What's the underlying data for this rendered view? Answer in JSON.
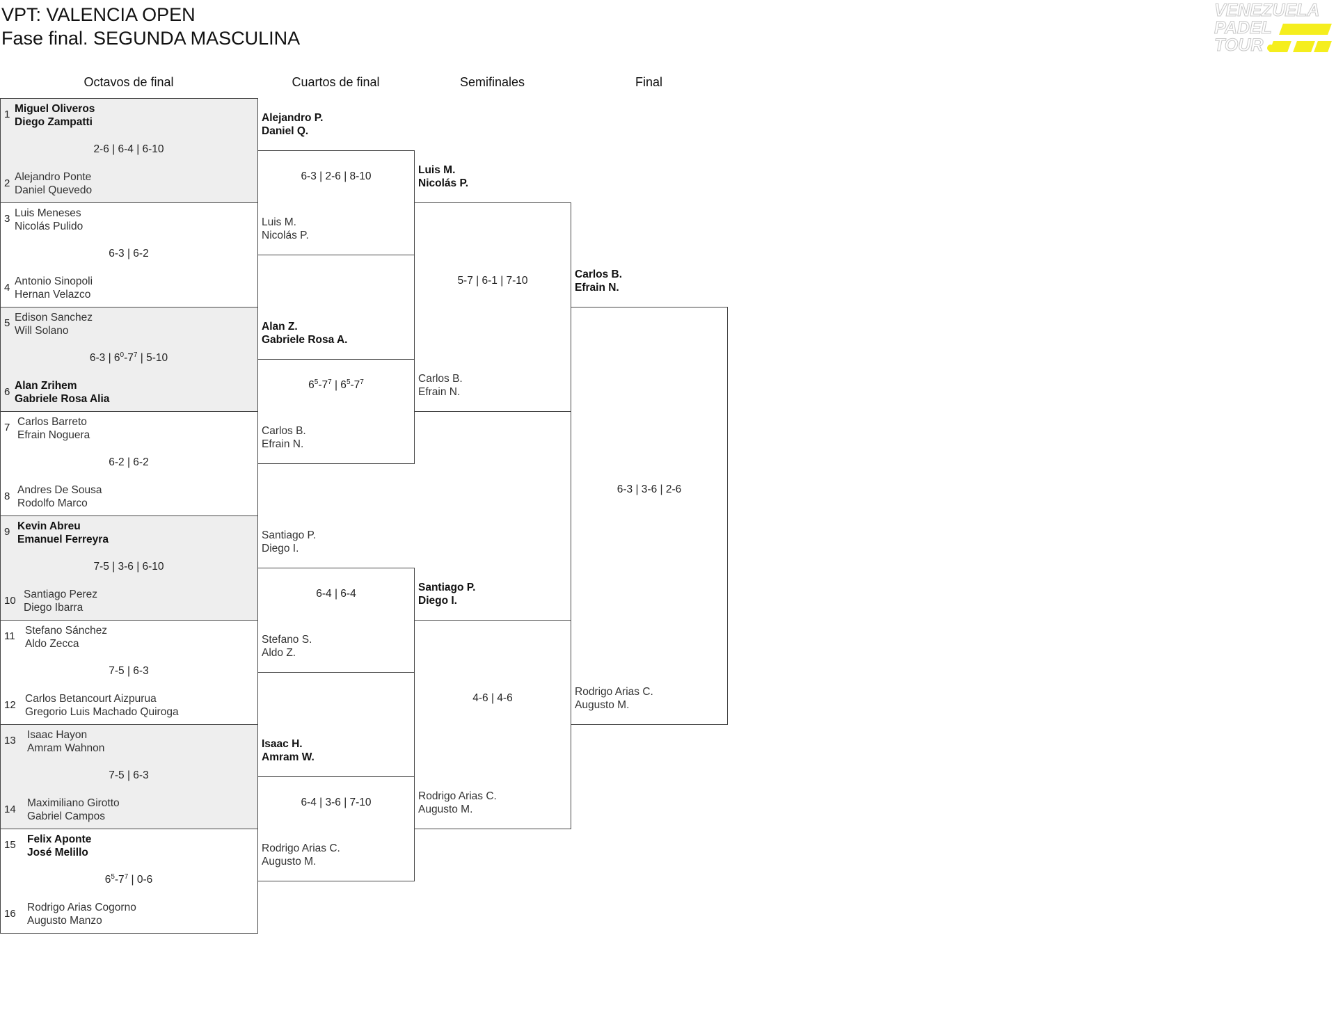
{
  "header": {
    "title": "VPT: VALENCIA OPEN",
    "subtitle": "Fase final. SEGUNDA MASCULINA"
  },
  "logo": {
    "line1": "VENEZUELA",
    "line2": "PADEL",
    "line3": "TOUR",
    "accent_color": "#f5ee1e"
  },
  "rounds": [
    "Octavos de final",
    "Cuartos de final",
    "Semifinales",
    "Final"
  ],
  "octavos": {
    "seeds": [
      "1",
      "2",
      "3",
      "4",
      "5",
      "6",
      "7",
      "8",
      "9",
      "10",
      "11",
      "12",
      "13",
      "14",
      "15",
      "16"
    ],
    "teams": [
      {
        "p1": "Miguel Oliveros",
        "p2": "Diego Zampatti"
      },
      {
        "p1": "Alejandro Ponte",
        "p2": "Daniel Quevedo"
      },
      {
        "p1": "Luis Meneses",
        "p2": "Nicolás Pulido"
      },
      {
        "p1": "Antonio Sinopoli",
        "p2": "Hernan Velazco"
      },
      {
        "p1": "Edison Sanchez",
        "p2": "Will Solano"
      },
      {
        "p1": "Alan Zrihem",
        "p2": "Gabriele Rosa Alia"
      },
      {
        "p1": "Carlos Barreto",
        "p2": "Efrain Noguera"
      },
      {
        "p1": "Andres De Sousa",
        "p2": "Rodolfo Marco"
      },
      {
        "p1": "Kevin Abreu",
        "p2": "Emanuel Ferreyra"
      },
      {
        "p1": "Santiago Perez",
        "p2": "Diego Ibarra"
      },
      {
        "p1": "Stefano Sánchez",
        "p2": "Aldo Zecca"
      },
      {
        "p1": "Carlos Betancourt Aizpurua",
        "p2": "Gregorio Luis Machado Quiroga"
      },
      {
        "p1": "Isaac Hayon",
        "p2": "Amram Wahnon"
      },
      {
        "p1": "Maximiliano Girotto",
        "p2": "Gabriel Campos"
      },
      {
        "p1": "Felix Aponte",
        "p2": "José Melillo"
      },
      {
        "p1": "Rodrigo Arias Cogorno",
        "p2": "Augusto Manzo"
      }
    ],
    "scores": [
      "2-6 | 6-4 | 6-10",
      "6-3 | 6-2",
      "6-3 | 6⁰-7⁷ | 5-10",
      "6-2 | 6-2",
      "7-5 | 3-6 | 6-10",
      "7-5 | 6-3",
      "7-5 | 6-3",
      "6⁵-7⁷ | 0-6"
    ]
  },
  "cuartos": {
    "teams": [
      {
        "p1": "Alejandro P.",
        "p2": "Daniel Q."
      },
      {
        "p1": "Luis M.",
        "p2": "Nicolás P."
      },
      {
        "p1": "Alan Z.",
        "p2": "Gabriele Rosa A."
      },
      {
        "p1": "Carlos B.",
        "p2": "Efrain N."
      },
      {
        "p1": "Santiago P.",
        "p2": "Diego I."
      },
      {
        "p1": "Stefano S.",
        "p2": "Aldo Z."
      },
      {
        "p1": "Isaac H.",
        "p2": "Amram W."
      },
      {
        "p1": "Rodrigo Arias C.",
        "p2": "Augusto M."
      }
    ],
    "scores": [
      "6-3 | 2-6 | 8-10",
      "6⁵-7⁷ | 6⁵-7⁷",
      "6-4 | 6-4",
      "6-4 | 3-6 | 7-10"
    ]
  },
  "semis": {
    "teams": [
      {
        "p1": "Luis M.",
        "p2": "Nicolás P."
      },
      {
        "p1": "Carlos B.",
        "p2": "Efrain N."
      },
      {
        "p1": "Santiago P.",
        "p2": "Diego I."
      },
      {
        "p1": "Rodrigo Arias C.",
        "p2": "Augusto M."
      }
    ],
    "scores": [
      "5-7 | 6-1 | 7-10",
      "4-6 | 4-6"
    ]
  },
  "final": {
    "teams": [
      {
        "p1": "Carlos B.",
        "p2": "Efrain N."
      },
      {
        "p1": "Rodrigo Arias C.",
        "p2": "Augusto M."
      }
    ],
    "score": "6-3 | 3-6 | 2-6"
  }
}
